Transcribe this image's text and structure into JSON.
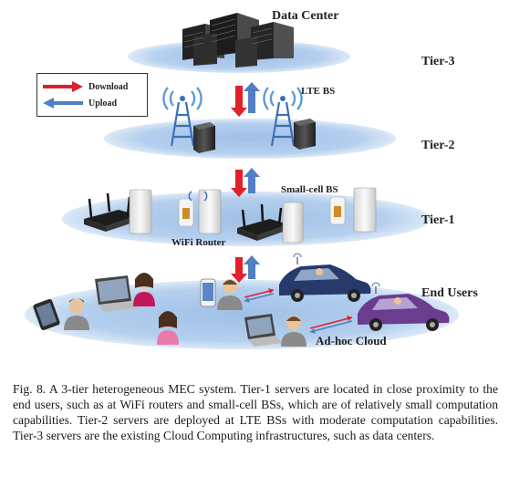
{
  "diagram": {
    "title": "Data Center",
    "tiers": [
      {
        "id": "tier3",
        "label": "Tier-3"
      },
      {
        "id": "tier2",
        "label": "Tier-2"
      },
      {
        "id": "tier1",
        "label": "Tier-1"
      },
      {
        "id": "end",
        "label": "End Users"
      }
    ],
    "node_labels": {
      "lte": "LTE BS",
      "smallcell": "Small-cell BS",
      "wifi": "WiFi Router",
      "adhoc": "Ad-hoc Cloud"
    },
    "legend": {
      "download": "Download",
      "upload": "Upload",
      "download_color": "#e0202a",
      "upload_color": "#4f7fc4"
    },
    "colors": {
      "ellipse_fill": "#a9c6e8",
      "ellipse_edge": "#c9dcf2",
      "car_dark": "#283a6b",
      "car_purple": "#6a3d8f"
    }
  },
  "caption": {
    "text": "Fig. 8.    A 3-tier heterogeneous MEC system. Tier-1 servers are located in close proximity to the end users, such as at WiFi routers and small-cell BSs, which are of relatively small computation capabilities. Tier-2 servers are deployed at LTE BSs with moderate computation capabilities. Tier-3 servers are the existing Cloud Computing infrastructures, such as data centers."
  }
}
